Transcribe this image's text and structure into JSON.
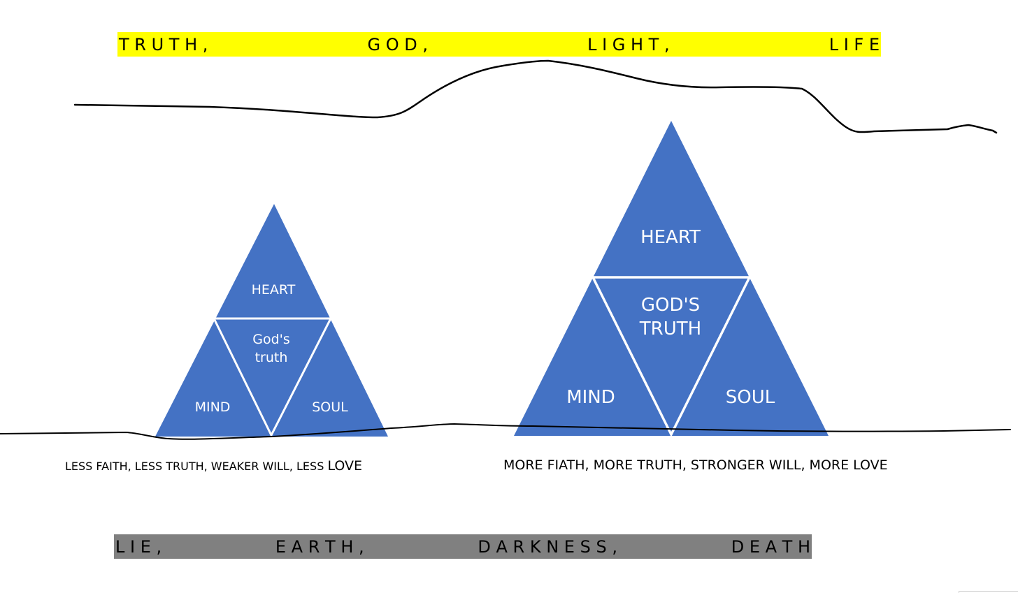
{
  "top_banner": {
    "words": [
      "T R U T H ,",
      "G O D ,",
      "L I G H T ,",
      "L I F E"
    ],
    "color": "#ffff00"
  },
  "bottom_banner": {
    "words": [
      "L I E ,",
      "E A R T H ,",
      "D A R K N E S S ,",
      "D E A T H"
    ],
    "color": "#808080"
  },
  "small_pyramid": {
    "top": "HEART",
    "center": [
      "God's",
      "truth"
    ],
    "left": "MIND",
    "right": "SOUL"
  },
  "large_pyramid": {
    "top": "HEART",
    "center": [
      "GOD'S",
      "TRUTH"
    ],
    "left": "MIND",
    "right": "SOUL"
  },
  "captions": {
    "left_main": "LESS  FAITH,  LESS TRUTH,  WEAKER WILL, LESS ",
    "left_end": "LOVE",
    "right": "MORE FIATH, MORE TRUTH, STRONGER WILL, MORE LOVE"
  },
  "colors": {
    "triangle_fill": "#4472c4",
    "divider": "#ffffff",
    "line": "#000000"
  }
}
